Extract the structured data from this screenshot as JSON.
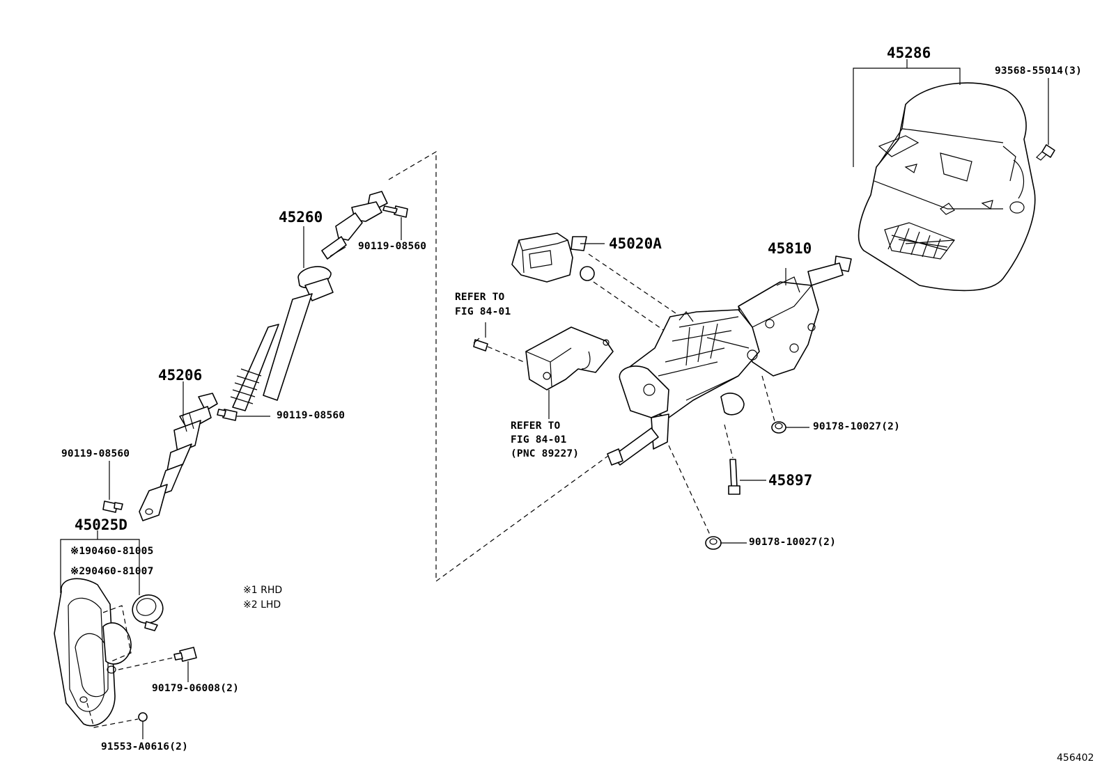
{
  "labels": {
    "p45286": "45286",
    "p93568": "93568-55014(3)",
    "p45260": "45260",
    "p90119_a": "90119-08560",
    "p45020A": "45020A",
    "p45810": "45810",
    "refer1_line1": "REFER TO",
    "refer1_line2": "FIG 84-01",
    "p45206": "45206",
    "p90119_b": "90119-08560",
    "refer2": "REFER TO\nFIG 84-01\n(PNC 89227)",
    "p90178_a": "90178-10027(2)",
    "p90119_c": "90119-08560",
    "p45897": "45897",
    "p45025D": "45025D",
    "p90460_81005": "※190460-81005",
    "p90460_81007": "※290460-81007",
    "note_rhd": "※1 RHD",
    "note_lhd": "※2 LHD",
    "p90178_b": "90178-10027(2)",
    "p90179": "90179-06008(2)",
    "p91553": "91553-A0616(2)",
    "fig_no": "456402"
  }
}
